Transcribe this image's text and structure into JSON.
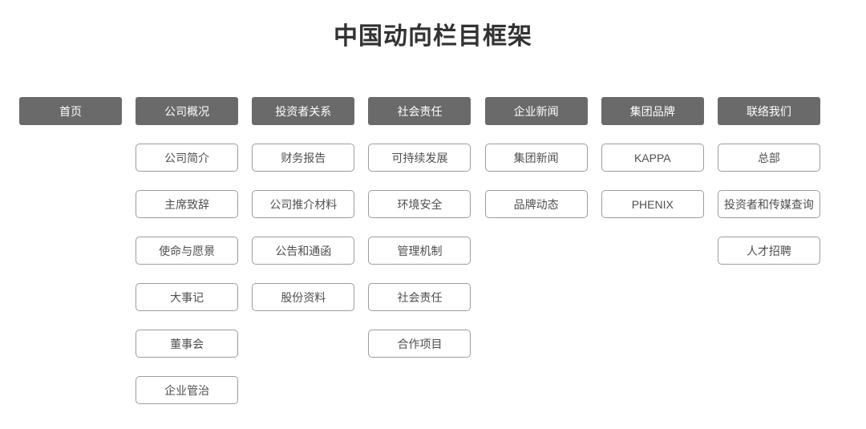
{
  "title": "中国动向栏目框架",
  "colors": {
    "header_bg": "#6a6a6a",
    "header_text": "#ffffff",
    "item_border": "#9c9c9c",
    "item_text": "#4f4f4f",
    "title_color": "#323232",
    "page_bg": "#ffffff"
  },
  "columns": [
    {
      "header": "首页",
      "items": []
    },
    {
      "header": "公司概况",
      "items": [
        "公司简介",
        "主席致辞",
        "使命与愿景",
        "大事记",
        "董事会",
        "企业管治"
      ]
    },
    {
      "header": "投资者关系",
      "items": [
        "财务报告",
        "公司推介材料",
        "公告和通函",
        "股份资料"
      ]
    },
    {
      "header": "社会责任",
      "items": [
        "可持续发展",
        "环境安全",
        "管理机制",
        "社会责任",
        "合作项目"
      ]
    },
    {
      "header": "企业新闻",
      "items": [
        "集团新闻",
        "品牌动态"
      ]
    },
    {
      "header": "集团品牌",
      "items": [
        "KAPPA",
        "PHENIX"
      ]
    },
    {
      "header": "联络我们",
      "items": [
        "总部",
        "投资者和传媒查询",
        "人才招聘"
      ]
    }
  ]
}
